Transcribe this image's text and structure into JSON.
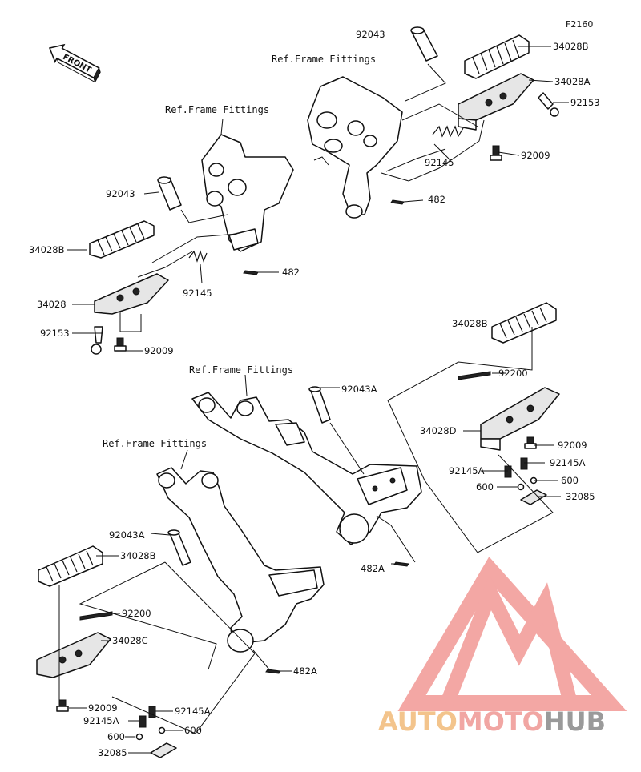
{
  "diagram_code": "F2160",
  "front_label": "FRONT",
  "ref_labels": [
    "Ref.Frame Fittings",
    "Ref.Frame Fittings",
    "Ref.Frame Fittings",
    "Ref.Frame Fittings"
  ],
  "labels": {
    "fr_92043": "92043",
    "fr_34028B": "34028B",
    "fr_34028A": "34028A",
    "fr_92153": "92153",
    "fr_92009": "92009",
    "fr_92145": "92145",
    "fr_482": "482",
    "fl_92043": "92043",
    "fl_34028B": "34028B",
    "fl_34028": "34028",
    "fl_92153": "92153",
    "fl_92009": "92009",
    "fl_92145": "92145",
    "fl_482": "482",
    "rr_34028B": "34028B",
    "rr_92200": "92200",
    "rr_92043A": "92043A",
    "rr_34028D": "34028D",
    "rr_92009": "92009",
    "rr_92145A_l": "92145A",
    "rr_92145A_r": "92145A",
    "rr_600_l": "600",
    "rr_600_r": "600",
    "rr_32085": "32085",
    "rr_482A": "482A",
    "rl_92043A": "92043A",
    "rl_34028B": "34028B",
    "rl_92200": "92200",
    "rl_34028C": "34028C",
    "rl_482A": "482A",
    "rl_92009": "92009",
    "rl_92145A_l": "92145A",
    "rl_92145A_r": "92145A",
    "rl_600_l": "600",
    "rl_600_r": "600",
    "rl_32085": "32085"
  },
  "watermark": {
    "text_a": "AUTO",
    "text_b": "MOTO",
    "text_c": "HUB",
    "color_a": "#f3c48c",
    "color_b": "#f1a6a3",
    "color_c": "#9a9a9a",
    "logo_color": "#f08a86"
  }
}
